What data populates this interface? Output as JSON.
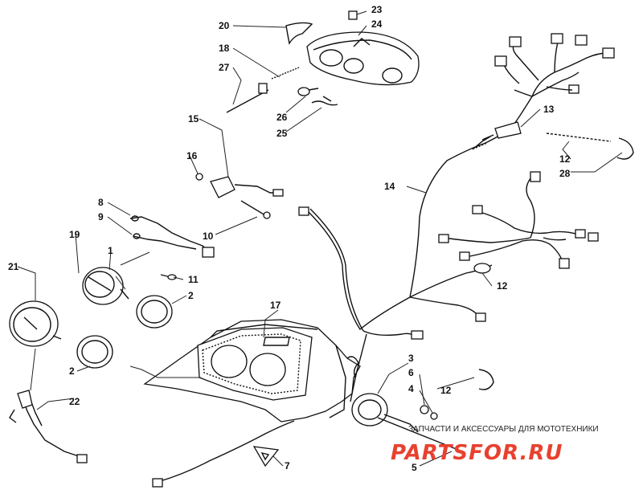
{
  "labels": {
    "l1": "1",
    "l2a": "2",
    "l2b": "2",
    "l3": "3",
    "l4": "4",
    "l5": "5",
    "l6": "6",
    "l7": "7",
    "l8": "8",
    "l9": "9",
    "l10": "10",
    "l11": "11",
    "l12a": "12",
    "l12b": "12",
    "l12c": "12",
    "l13": "13",
    "l14": "14",
    "l15": "15",
    "l16": "16",
    "l17": "17",
    "l18": "18",
    "l19": "19",
    "l20": "20",
    "l21": "21",
    "l22": "22",
    "l23": "23",
    "l24": "24",
    "l25": "25",
    "l26": "26",
    "l27": "27",
    "l28": "28"
  },
  "watermark": {
    "caption": "ЗАПЧАСТИ И АКСЕССУАРЫ ДЛЯ МОТОТЕХНИКИ",
    "logo": "PARTSFOR.RU"
  },
  "colors": {
    "ink": "#111111",
    "logo": "#e8412f"
  }
}
